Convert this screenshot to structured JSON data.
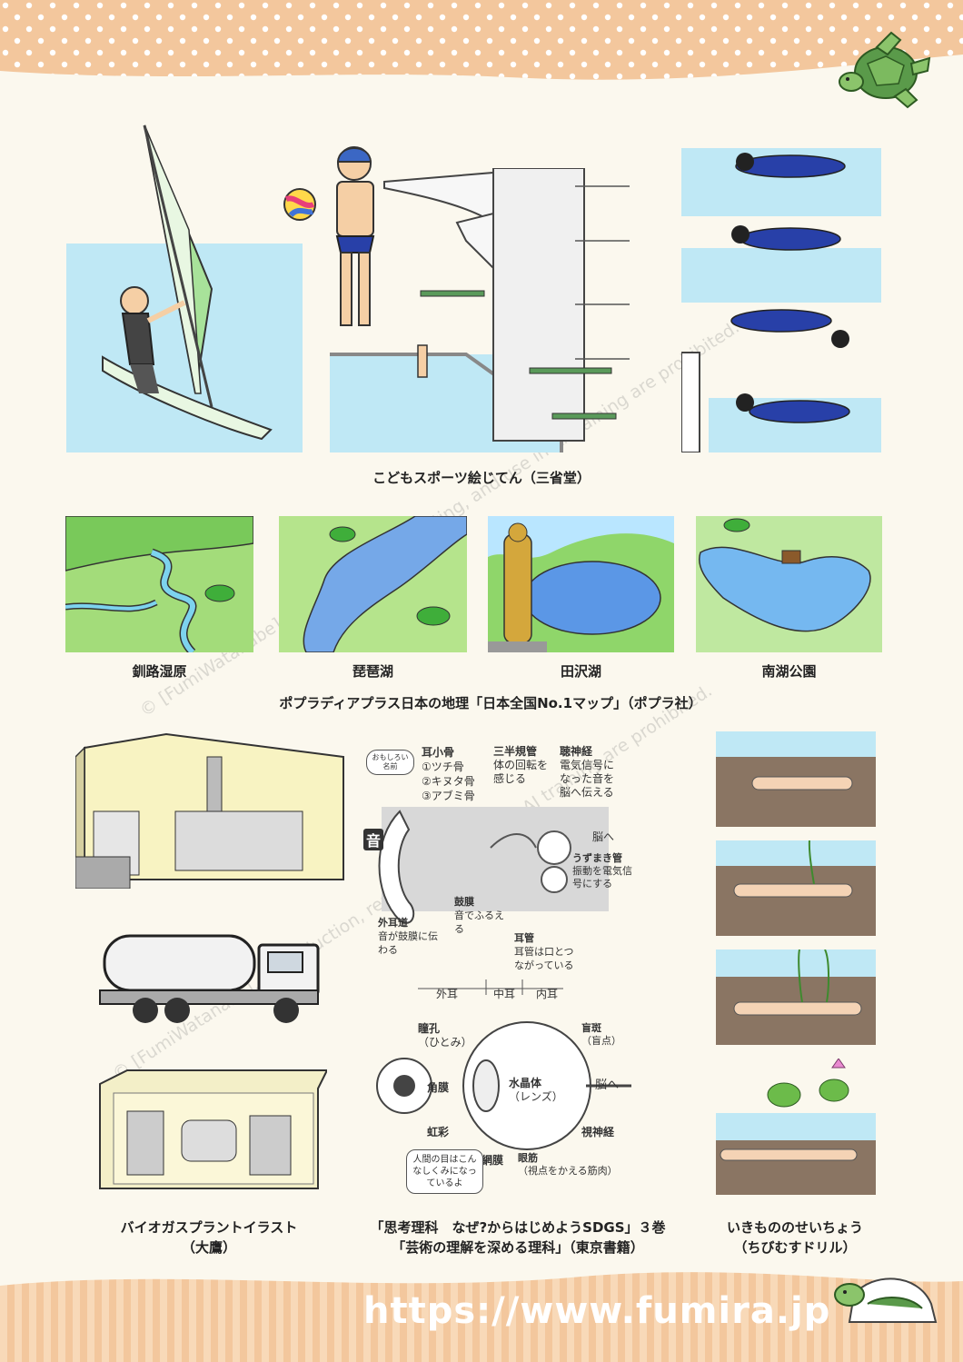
{
  "section1": {
    "caption": "こどもスポーツ絵じてん（三省堂）"
  },
  "section2": {
    "items": [
      {
        "label": "釧路湿原"
      },
      {
        "label": "琵琶湖"
      },
      {
        "label": "田沢湖"
      },
      {
        "label": "南湖公園"
      }
    ],
    "caption": "ポプラディアプラス日本の地理「日本全国No.1マップ」（ポプラ社）"
  },
  "ear_diagram": {
    "label_sound": "音",
    "label_brain": "脳へ",
    "bone_title": "耳小骨",
    "bone_1": "①ツチ骨",
    "bone_2": "②キヌタ骨",
    "bone_3": "③アブミ骨",
    "bubble_name": "おもしろい名前",
    "canal_title": "三半規管",
    "canal_text": "体の回転を感じる",
    "nerve_title": "聴神経",
    "nerve_text": "電気信号になった音を脳へ伝える",
    "cochlea_title": "うずまき管",
    "cochlea_text": "振動を電気信号にする",
    "eardrum_title": "鼓膜",
    "eardrum_text": "音でふるえる",
    "outer_title": "外耳道",
    "outer_text": "音が鼓膜に伝わる",
    "tube_title": "耳管",
    "tube_text": "耳管は口とつながっている",
    "zone_outer": "外耳",
    "zone_middle": "中耳",
    "zone_inner": "内耳"
  },
  "eye_diagram": {
    "pupil": "瞳孔",
    "pupil_sub": "（ひとみ）",
    "cornea": "角膜",
    "iris": "虹彩",
    "lens": "水晶体",
    "lens_sub": "（レンズ）",
    "blind_spot": "盲斑",
    "blind_spot_sub": "（盲点）",
    "brain": "脳へ",
    "optic_nerve": "視神経",
    "retina": "網膜",
    "ciliary": "眼筋",
    "ciliary_sub": "（視点をかえる筋肉）",
    "bubble": "人間の目はこんなしくみになっているよ"
  },
  "section3": {
    "caption_left_1": "バイオガスプラントイラスト",
    "caption_left_2": "（大鷹）",
    "caption_mid_1": "「思考理科　なぜ?からはじめようSDGS」３巻",
    "caption_mid_2": "「芸術の理解を深める理科」（東京書籍）",
    "caption_right_1": "いきもののせいちょう",
    "caption_right_2": "（ちびむすドリル）"
  },
  "footer": {
    "url": "https://www.fumira.jp"
  },
  "watermark": {
    "line1": "© [FumiWatanabe]. Reproduction, reposting, and use in AI training are prohibited.",
    "line2": "© [FumiWatanabe]. Reproduction, reposting, and use in AI training are prohibited."
  },
  "colors": {
    "band": "#f3c79d",
    "dot": "#ffffff",
    "water": "#bfe8f5",
    "grass": "#9ad76a",
    "accent": "#1f3fae"
  }
}
